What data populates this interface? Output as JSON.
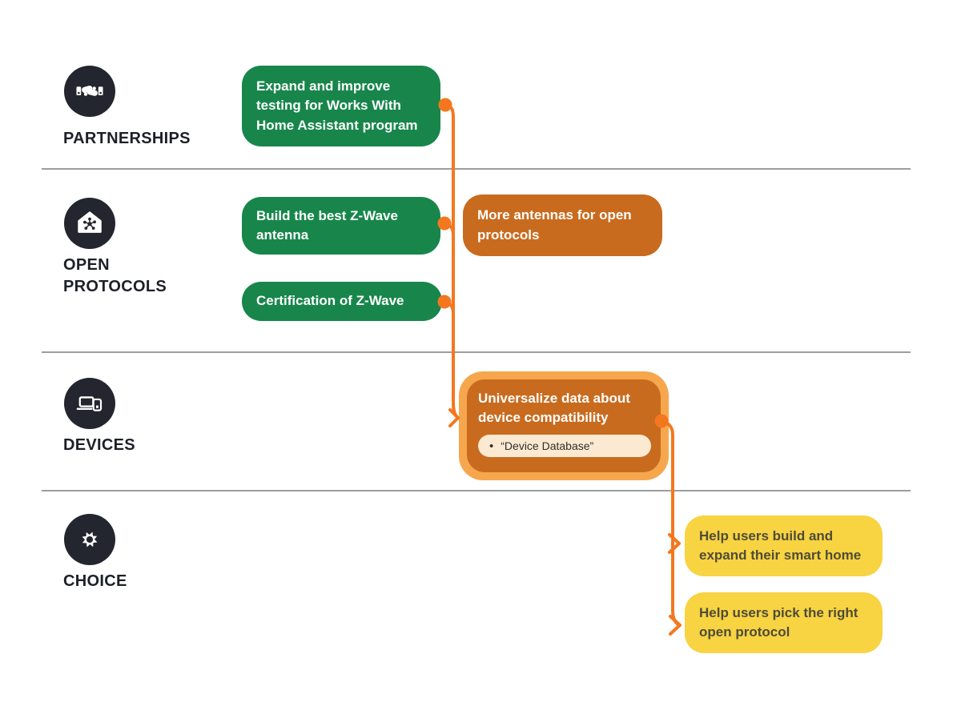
{
  "diagram": {
    "rows": [
      {
        "label": "PARTNERSHIPS",
        "icon": "handshake-icon",
        "cards": [
          {
            "text": "Expand and improve testing for Works With Home Assistant program",
            "type": "green"
          }
        ]
      },
      {
        "label": "OPEN PROTOCOLS",
        "icon": "open-protocols-icon",
        "cards": [
          {
            "text": "Build the best Z-Wave antenna",
            "type": "green"
          },
          {
            "text": "More antennas for open protocols",
            "type": "orange"
          },
          {
            "text": "Certification of Z-Wave",
            "type": "green"
          }
        ]
      },
      {
        "label": "DEVICES",
        "icon": "devices-icon",
        "cards": [
          {
            "text": "Universalize data about device compatibility",
            "type": "orange-highlighted",
            "bullet": "•",
            "sub_item": "“Device Database”"
          }
        ]
      },
      {
        "label": "CHOICE",
        "icon": "choice-icon",
        "cards": [
          {
            "text": "Help users build and expand their smart home",
            "type": "yellow"
          },
          {
            "text": "Help users pick the right open protocol",
            "type": "yellow"
          }
        ]
      }
    ],
    "colors": {
      "green": "#18864B",
      "orange": "#C96B1E",
      "orange_highlight_border": "#F6A74D",
      "yellow": "#F8D342",
      "connector_orange": "#F4771F",
      "icon_circle": "#23262E",
      "label_text": "#1D2028",
      "yellow_card_text": "#4E4C39",
      "pill_background": "#FBE9D2",
      "pill_text": "#332F2A",
      "divider_gray": "#9B9DA1"
    }
  }
}
